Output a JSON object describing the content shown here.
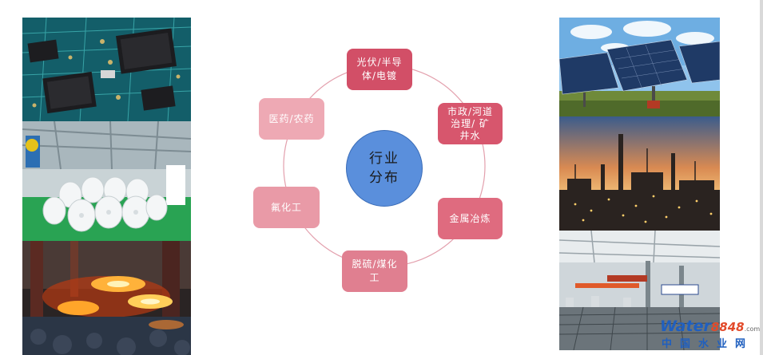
{
  "diagram": {
    "center": {
      "line1": "行业",
      "line2": "分布"
    },
    "nodes": [
      {
        "id": "pv",
        "line1": "光伏/半导",
        "line2": "体/电镀",
        "color": "#d24f67"
      },
      {
        "id": "muni",
        "line1": "市政/河道",
        "line2": "治理/ 矿",
        "line3": "井水",
        "color": "#d7566d"
      },
      {
        "id": "metal",
        "line1": "金属冶炼",
        "color": "#df6b7f"
      },
      {
        "id": "desulf",
        "line1": "脱硫/煤化",
        "line2": "工",
        "color": "#e07f90"
      },
      {
        "id": "fluor",
        "line1": "氟化工",
        "color": "#e99aa7"
      },
      {
        "id": "pharma",
        "line1": "医药/农药",
        "color": "#eea9b4"
      }
    ],
    "ring_color": "#e3a0ad"
  },
  "photos": {
    "left": [
      "circuit-board-photo",
      "paper-rolls-factory-photo",
      "molten-metal-furnace-photo"
    ],
    "right": [
      "solar-panels-photo",
      "refinery-sunset-photo",
      "electroplating-line-photo"
    ]
  },
  "watermark": {
    "brand_a": "Water",
    "brand_b": "8848",
    "brand_c": ".com",
    "subtitle": "中国水业网"
  }
}
